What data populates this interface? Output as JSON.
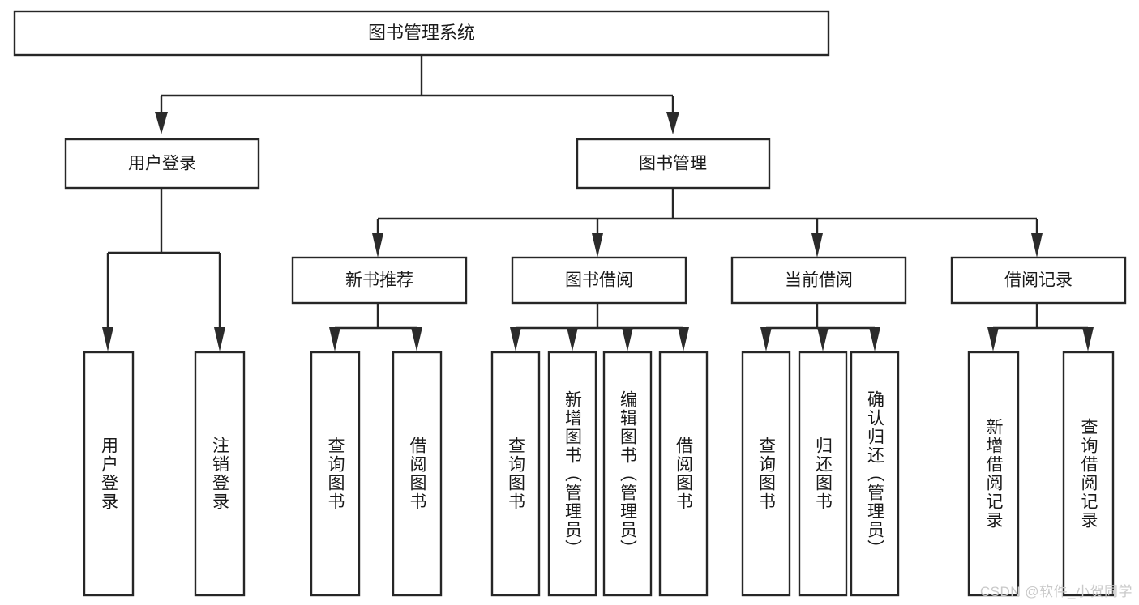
{
  "diagram": {
    "type": "tree-hierarchy",
    "title": "图书管理系统",
    "watermark": "CSDN @软件_小贺同学",
    "colors": {
      "stroke": "#262626",
      "fill": "#ffffff",
      "text": "#1a1a1a",
      "watermark": "#c9c9c9",
      "background": "#ffffff"
    },
    "root": {
      "label": "图书管理系统"
    },
    "level2": [
      {
        "label": "用户登录"
      },
      {
        "label": "图书管理"
      }
    ],
    "level3": [
      {
        "label": "新书推荐"
      },
      {
        "label": "图书借阅"
      },
      {
        "label": "当前借阅"
      },
      {
        "label": "借阅记录"
      }
    ],
    "leaves": {
      "user_login": [
        {
          "label": "用户登录"
        },
        {
          "label": "注销登录"
        }
      ],
      "new_book_recommend": [
        {
          "label": "查询图书"
        },
        {
          "label": "借阅图书"
        }
      ],
      "book_borrow": [
        {
          "label": "查询图书"
        },
        {
          "label": "新增图书（管理员）"
        },
        {
          "label": "编辑图书（管理员）"
        },
        {
          "label": "借阅图书"
        }
      ],
      "current_borrow": [
        {
          "label": "查询图书"
        },
        {
          "label": "归还图书"
        },
        {
          "label": "确认归还（管理员）"
        }
      ],
      "borrow_records": [
        {
          "label": "新增借阅记录"
        },
        {
          "label": "查询借阅记录"
        }
      ]
    }
  }
}
